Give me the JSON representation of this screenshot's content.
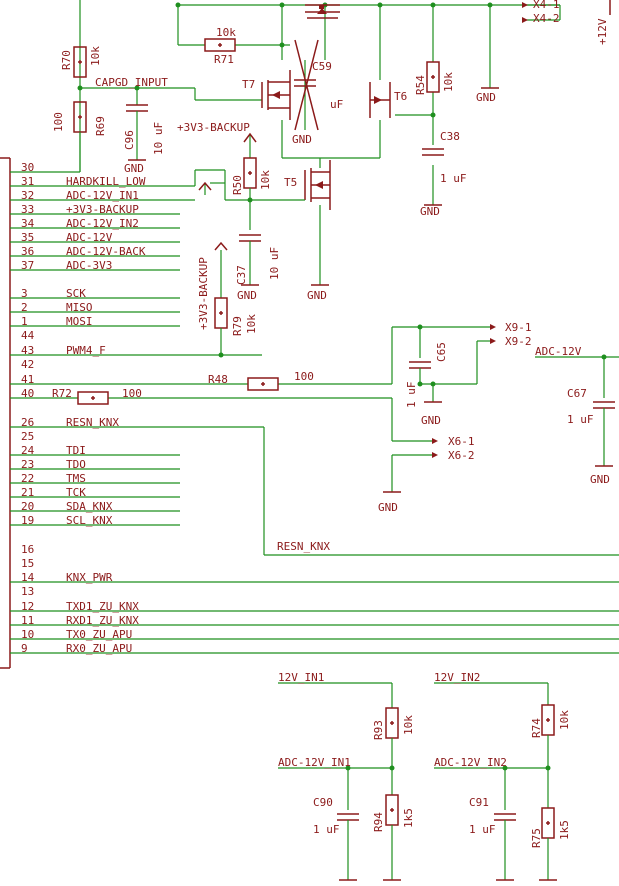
{
  "connector_pins": [
    {
      "num": "30",
      "label": ""
    },
    {
      "num": "31",
      "label": "HARDKILL_LOW"
    },
    {
      "num": "32",
      "label": "ADC-12V_IN1"
    },
    {
      "num": "33",
      "label": "+3V3-BACKUP"
    },
    {
      "num": "34",
      "label": "ADC-12V_IN2"
    },
    {
      "num": "35",
      "label": "ADC-12V"
    },
    {
      "num": "36",
      "label": "ADC-12V-BACK"
    },
    {
      "num": "37",
      "label": "ADC-3V3"
    },
    {
      "num": "3",
      "label": "SCK"
    },
    {
      "num": "2",
      "label": "MISO"
    },
    {
      "num": "1",
      "label": "MOSI"
    },
    {
      "num": "44",
      "label": ""
    },
    {
      "num": "43",
      "label": "PWM4_F"
    },
    {
      "num": "42",
      "label": ""
    },
    {
      "num": "41",
      "label": ""
    },
    {
      "num": "40",
      "label": ""
    },
    {
      "num": "26",
      "label": "RESN_KNX"
    },
    {
      "num": "25",
      "label": ""
    },
    {
      "num": "24",
      "label": "TDI"
    },
    {
      "num": "23",
      "label": "TDO"
    },
    {
      "num": "22",
      "label": "TMS"
    },
    {
      "num": "21",
      "label": "TCK"
    },
    {
      "num": "20",
      "label": "SDA_KNX"
    },
    {
      "num": "19",
      "label": "SCL_KNX"
    },
    {
      "num": "16",
      "label": ""
    },
    {
      "num": "15",
      "label": ""
    },
    {
      "num": "14",
      "label": "KNX_PWR"
    },
    {
      "num": "13",
      "label": ""
    },
    {
      "num": "12",
      "label": "TXD1_ZU_KNX"
    },
    {
      "num": "11",
      "label": "RXD1_ZU_KNX"
    },
    {
      "num": "10",
      "label": "TX0_ZU_APU"
    },
    {
      "num": "9",
      "label": "RX0_ZU_APU"
    }
  ],
  "resistors": {
    "r70": {
      "name": "R70",
      "value": "10k"
    },
    "r69": {
      "name": "R69",
      "value": "100"
    },
    "r71": {
      "name": "R71",
      "value": "10k"
    },
    "r54": {
      "name": "R54",
      "value": "10k"
    },
    "r50": {
      "name": "R50",
      "value": "10k"
    },
    "r79": {
      "name": "R79",
      "value": "10k"
    },
    "r48": {
      "name": "R48",
      "value": "100"
    },
    "r72": {
      "name": "R72",
      "value": "100"
    },
    "r93": {
      "name": "R93",
      "value": "10k"
    },
    "r94": {
      "name": "R94",
      "value": "1k5"
    },
    "r74": {
      "name": "R74",
      "value": "10k"
    },
    "r75": {
      "name": "R75",
      "value": "1k5"
    }
  },
  "capacitors": {
    "c96": {
      "name": "C96",
      "value": "10 uF"
    },
    "c59": {
      "name": "C59",
      "value": "uF"
    },
    "c38": {
      "name": "C38",
      "value": "1 uF"
    },
    "c37": {
      "name": "C37",
      "value": "10 uF"
    },
    "c65": {
      "name": "C65",
      "value": "1 uF"
    },
    "c67": {
      "name": "C67",
      "value": "1 uF"
    },
    "c90": {
      "name": "C90",
      "value": "1 uF"
    },
    "c91": {
      "name": "C91",
      "value": "1 uF"
    }
  },
  "transistors": {
    "t7": "T7",
    "t6": "T6",
    "t5": "T5"
  },
  "net_labels": {
    "capgd_input": "CAPGD_INPUT",
    "v33_backup_top": "+3V3-BACKUP",
    "v33_backup_mid": "+3V3-BACKUP",
    "adc12v": "ADC-12V",
    "resn_knx": "RESN_KNX",
    "in1": "12V_IN1",
    "adc_in1": "ADC-12V_IN1",
    "in2": "12V_IN2",
    "adc_in2": "ADC-12V_IN2",
    "v12": "+12V",
    "x4_1": "X4-1",
    "x4_2": "X4-2"
  },
  "headers": {
    "x9_1": "X9-1",
    "x9_2": "X9-2",
    "x6_1": "X6-1",
    "x6_2": "X6-2"
  },
  "gnd": "GND",
  "colors": {
    "wire": "#1f8f1f",
    "part": "#8b1a1a"
  }
}
